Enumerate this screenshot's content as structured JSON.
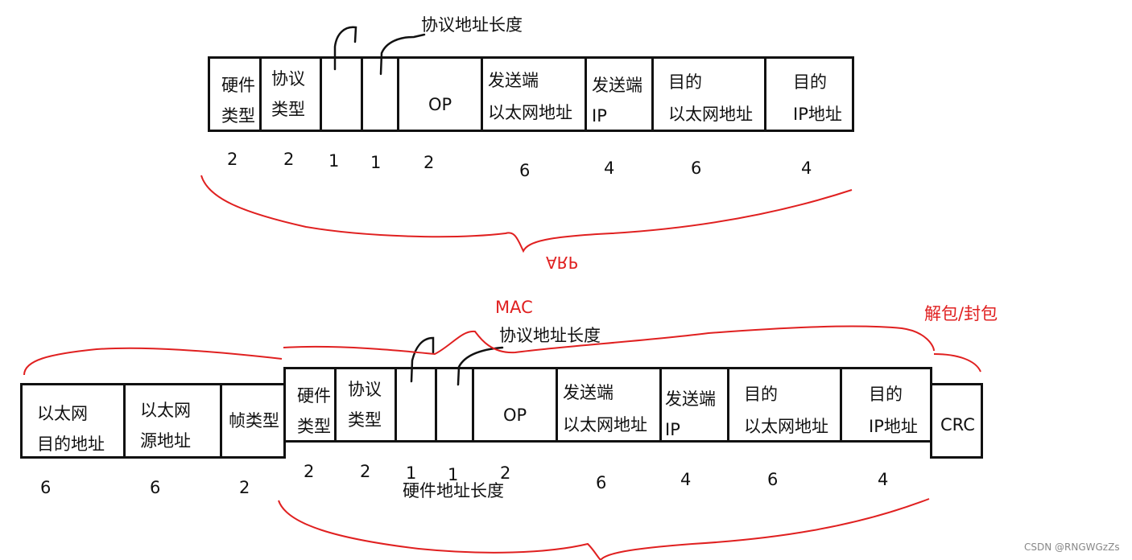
{
  "arp": {
    "fields": [
      {
        "line1": "硬件",
        "line2": "类型",
        "size": "2"
      },
      {
        "line1": "协议",
        "line2": "类型",
        "size": "2"
      },
      {
        "line1": "",
        "line2": "",
        "size": "1"
      },
      {
        "line1": "",
        "line2": "",
        "size": "1"
      },
      {
        "line1": "OP",
        "line2": "",
        "size": "2"
      },
      {
        "line1": "发送端",
        "line2": "以太网地址",
        "size": "6"
      },
      {
        "line1": "发送端",
        "line2": "IP",
        "size": "4"
      },
      {
        "line1": "目的",
        "line2": "以太网地址",
        "size": "6"
      },
      {
        "line1": "目的",
        "line2": "IP地址",
        "size": "4"
      }
    ],
    "annotation_proto_len": "协议地址长度",
    "brace_label": "ARP"
  },
  "mac": {
    "label": "MAC",
    "right_label": "解包/封包",
    "header_fields": [
      {
        "line1": "以太网",
        "line2": "目的地址",
        "size": "6"
      },
      {
        "line1": "以太网",
        "line2": "源地址",
        "size": "6"
      },
      {
        "line1": "帧类型",
        "line2": "",
        "size": "2"
      }
    ],
    "arp_fields": [
      {
        "line1": "硬件",
        "line2": "类型",
        "size": "2"
      },
      {
        "line1": "协议",
        "line2": "类型",
        "size": "2"
      },
      {
        "line1": "",
        "line2": "",
        "size": "1"
      },
      {
        "line1": "",
        "line2": "",
        "size": "1"
      },
      {
        "line1": "OP",
        "line2": "",
        "size": "2"
      },
      {
        "line1": "发送端",
        "line2": "以太网地址",
        "size": "6"
      },
      {
        "line1": "发送端",
        "line2": "IP",
        "size": "4"
      },
      {
        "line1": "目的",
        "line2": "以太网地址",
        "size": "6"
      },
      {
        "line1": "目的",
        "line2": "IP地址",
        "size": "4"
      }
    ],
    "crc": "CRC",
    "annotation_proto_len": "协议地址长度",
    "annotation_hw_len": "硬件地址长度"
  },
  "watermark": "CSDN @RNGWGzZs",
  "colors": {
    "ink": "#111111",
    "annotation": "#e02020"
  }
}
